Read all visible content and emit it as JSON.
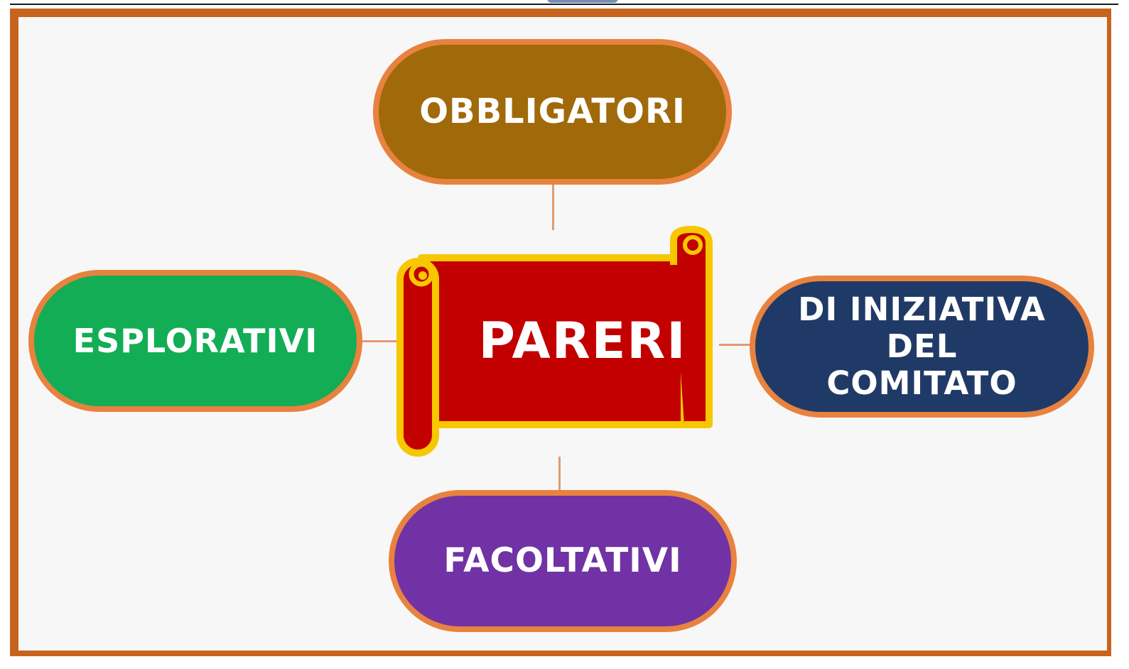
{
  "diagram": {
    "center": {
      "label": "PARERI"
    },
    "nodes": {
      "top": {
        "label": "OBBLIGATORI"
      },
      "left": {
        "label": "ESPLORATIVI"
      },
      "right": {
        "lines": [
          "DI INIZIATIVA",
          "DEL",
          "COMITATO"
        ]
      },
      "bottom": {
        "label": "FACOLTATIVI"
      }
    }
  },
  "colors": {
    "frame": "#c8631d",
    "pill_border": "#e8823f",
    "top": "#a06a0a",
    "left": "#12ad55",
    "right": "#203a68",
    "bottom": "#7032a4",
    "scroll_fill": "#c20000",
    "scroll_border": "#f7c700"
  }
}
